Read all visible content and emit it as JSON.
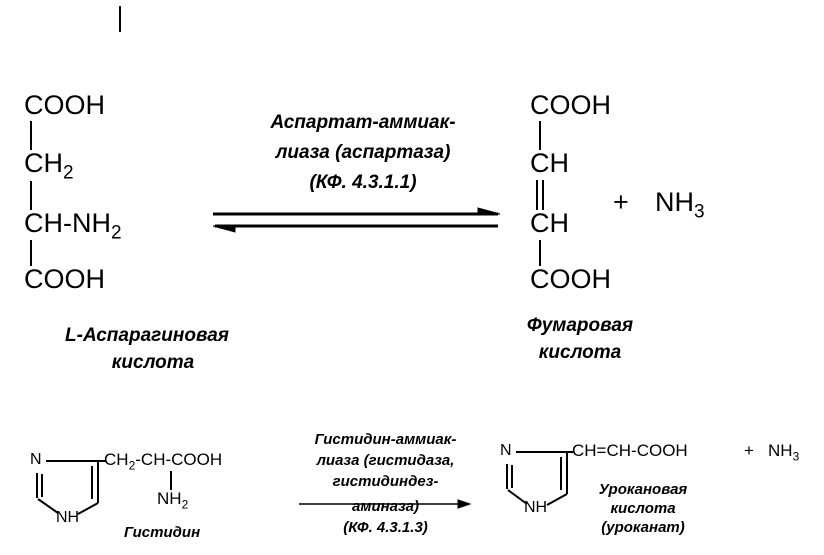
{
  "reaction1": {
    "reactant": {
      "formula_lines": [
        "COOH",
        "CH",
        "2",
        "CH-NH",
        "2",
        "COOH"
      ],
      "name_lines": [
        "L-Аспарагиновая",
        "кислота"
      ]
    },
    "enzyme_lines": [
      "Аспартат-аммиак-",
      "лиаза (аспартаза)",
      "(КФ. 4.3.1.1)"
    ],
    "product": {
      "formula_lines": [
        "COOH",
        "CH",
        "CH",
        "COOH"
      ],
      "name_lines": [
        "Фумаровая",
        "кислота"
      ]
    },
    "plus": "+",
    "byproduct": {
      "base": "NH",
      "sub": "3"
    }
  },
  "reaction2": {
    "reactant": {
      "ring_atoms": [
        "N",
        "NH"
      ],
      "chain": {
        "part1": "CH",
        "sub1": "2",
        "part2": "-CH-COOH"
      },
      "amine": {
        "base": "NH",
        "sub": "2"
      },
      "name": "Гистидин"
    },
    "enzyme_lines": [
      "Гистидин-аммиак-",
      "лиаза (гистидаза,",
      "гистидиндез-",
      "аминаза)",
      "(КФ. 4.3.1.3)"
    ],
    "product": {
      "ring_atoms": [
        "N",
        "NH"
      ],
      "chain": "CH=CH-COOH",
      "name_lines": [
        "Урокановая",
        "кислота",
        "(уроканат)"
      ]
    },
    "plus": "+",
    "byproduct": {
      "base": "NH",
      "sub": "3"
    }
  }
}
